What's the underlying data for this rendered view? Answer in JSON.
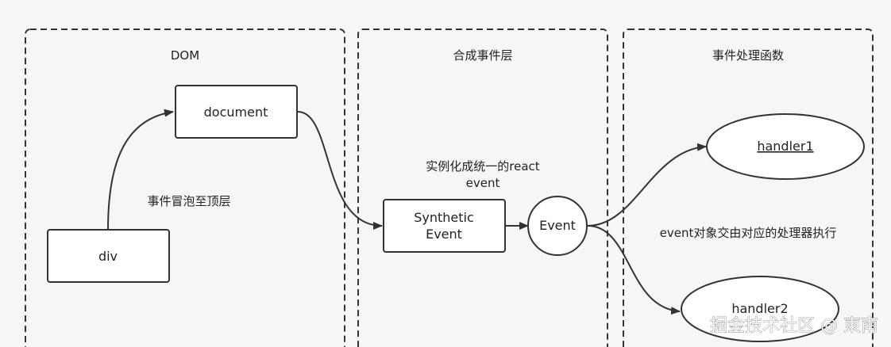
{
  "panels": {
    "dom": {
      "title": "DOM"
    },
    "synthetic": {
      "title": "合成事件层"
    },
    "handlers": {
      "title": "事件处理函数"
    }
  },
  "nodes": {
    "div": "div",
    "document": "document",
    "synthetic_line1": "Synthetic",
    "synthetic_line2": "Event",
    "event": "Event",
    "handler1": "handler1",
    "handler2": "handler2"
  },
  "labels": {
    "bubble": "事件冒泡至顶层",
    "instantiate_line1": "实例化成统一的react",
    "instantiate_line2": "event",
    "dispatch": "event对象交由对应的处理器执行"
  },
  "watermark": "掘金技术社区 @ 東南",
  "colors": {
    "stroke": "#333333",
    "background": "#f6f6f6",
    "box_fill": "#ffffff"
  }
}
